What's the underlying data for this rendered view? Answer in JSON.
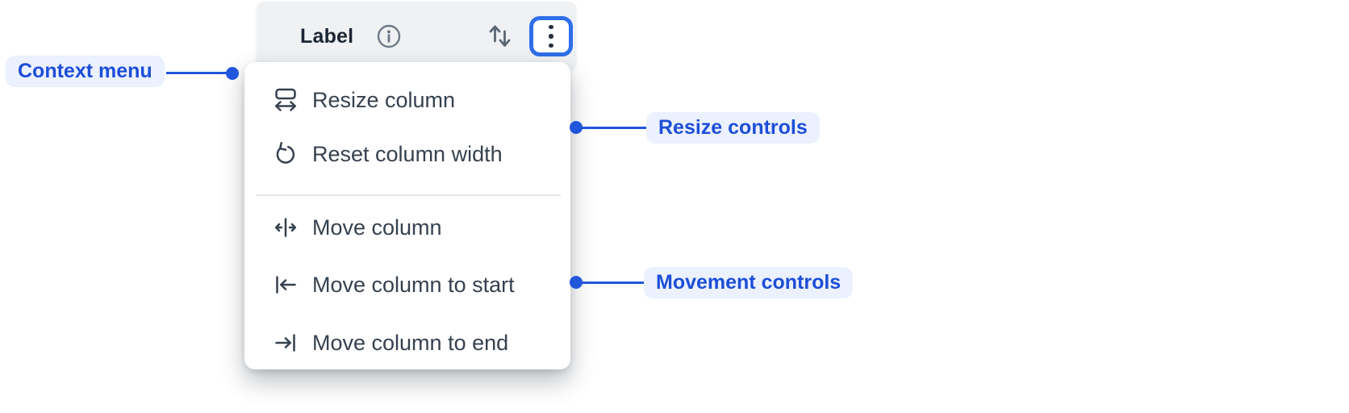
{
  "header": {
    "label": "Label",
    "icons": [
      "info-icon",
      "sort-arrows-icon",
      "kebab-menu-icon"
    ]
  },
  "menu": {
    "items": [
      {
        "icon": "resize-column-icon",
        "label": "Resize column"
      },
      {
        "icon": "reset-width-icon",
        "label": "Reset column width"
      },
      {
        "icon": "move-column-icon",
        "label": "Move column"
      },
      {
        "icon": "move-to-start-icon",
        "label": "Move column to start"
      },
      {
        "icon": "move-to-end-icon",
        "label": "Move column to end"
      }
    ],
    "divider_after_index": 1
  },
  "annotations": [
    {
      "label": "Context menu"
    },
    {
      "label": "Resize controls"
    },
    {
      "label": "Movement controls"
    }
  ],
  "colors": {
    "accent_blue": "#2155db",
    "pill_text_blue": "#1d4ed8",
    "pill_background": "#ebf1fe",
    "focus_ring_blue": "#2e6fe9",
    "header_background": "#eff1f3",
    "menu_text": "#36414f",
    "header_text": "#1b2533"
  }
}
